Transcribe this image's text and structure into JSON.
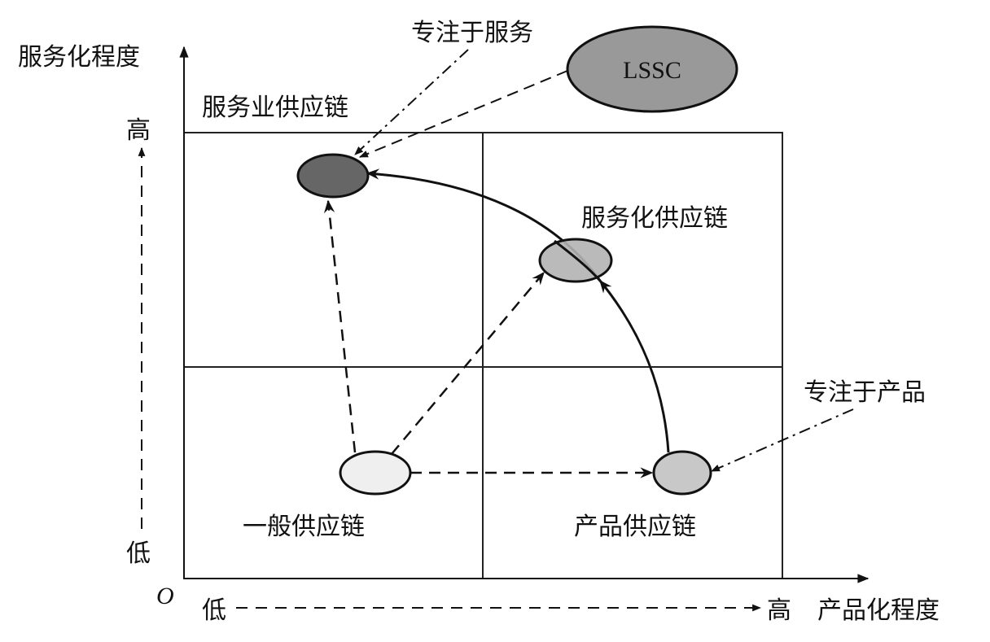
{
  "axes": {
    "y_title": "服务化程度",
    "x_title": "产品化程度",
    "origin": "O",
    "y_high": "高",
    "y_low": "低",
    "x_low": "低",
    "x_high": "高"
  },
  "quadrants": {
    "top_left": "服务业供应链",
    "top_right": "服务化供应链",
    "bottom_left": "一般供应链",
    "bottom_right": "产品供应链"
  },
  "nodes": {
    "lssc": {
      "label": "LSSC",
      "fill": "#999999"
    },
    "service_industry": {
      "fill": "#666666"
    },
    "servitized": {
      "fill": "#b3b3b3"
    },
    "general": {
      "fill": "#efefef"
    },
    "product": {
      "fill": "#c8c8c8"
    }
  },
  "annotations": {
    "focus_service": "专注于服务",
    "focus_product": "专注于产品"
  },
  "colors": {
    "line": "#111111",
    "grid": "#222222",
    "background": "#ffffff"
  }
}
